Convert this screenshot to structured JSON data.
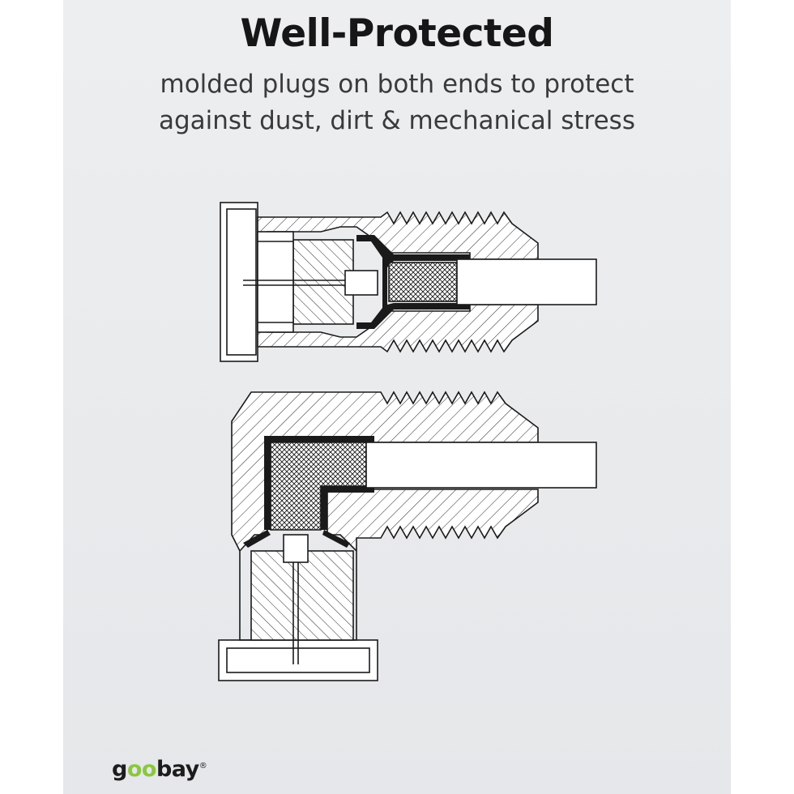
{
  "heading": "Well-Protected",
  "subheading": {
    "line1": "molded plugs on both ends to protect",
    "line2": "against dust, dirt & mechanical stress"
  },
  "brand": {
    "logo_text": "goobay",
    "accent_color": "#8cc63f"
  },
  "diagram": {
    "views": [
      "straight-plug-cross-section",
      "angled-plug-cross-section"
    ],
    "line_color": "#1a1a1a"
  }
}
